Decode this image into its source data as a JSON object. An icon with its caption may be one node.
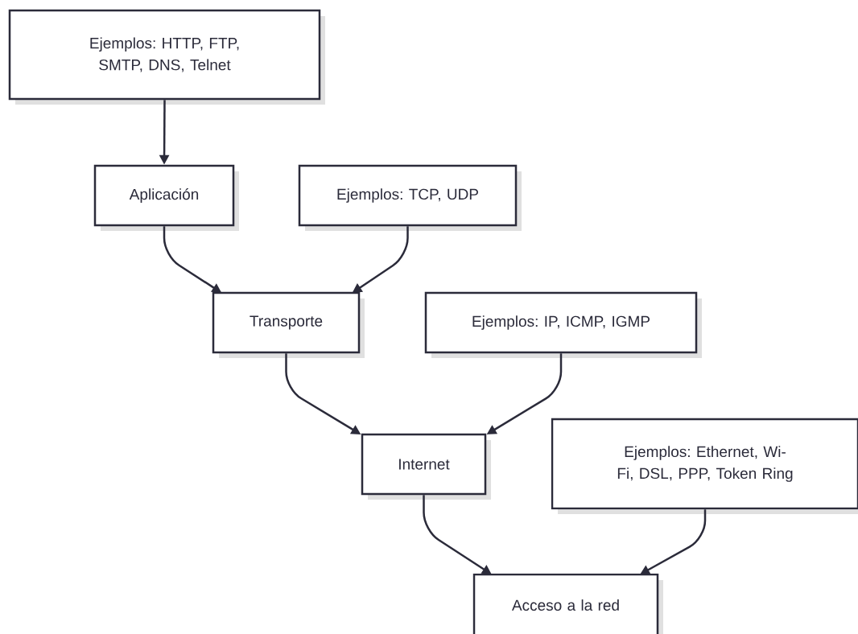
{
  "diagram": {
    "nodes": [
      {
        "text": [
          "Ejemplos: HTTP, FTP, SMTP, DNS, Telnet"
        ]
      },
      {
        "text": [
          "Aplicación"
        ]
      },
      {
        "text": [
          "Ejemplos: TCP, UDP"
        ]
      },
      {
        "text": [
          "Transporte"
        ]
      },
      {
        "text": [
          "Ejemplos: IP, ICMP, IGMP"
        ]
      },
      {
        "text": [
          "Internet"
        ]
      },
      {
        "text": [
          "Ejemplos: Ethernet, Wi-Fi, DSL, PPP, Token Ring"
        ]
      },
      {
        "text": [
          "Acceso a la red"
        ]
      }
    ],
    "edges": [
      {
        "from": 0,
        "to": 1,
        "arrow": "to"
      },
      {
        "from": 1,
        "to": 3,
        "arrow": "to"
      },
      {
        "from": 2,
        "to": 3,
        "arrow": "to"
      },
      {
        "from": 3,
        "to": 5,
        "arrow": "to"
      },
      {
        "from": 4,
        "to": 5,
        "arrow": "to"
      },
      {
        "from": 5,
        "to": 7,
        "arrow": "to"
      },
      {
        "from": 6,
        "to": 7,
        "arrow": "to"
      }
    ]
  }
}
